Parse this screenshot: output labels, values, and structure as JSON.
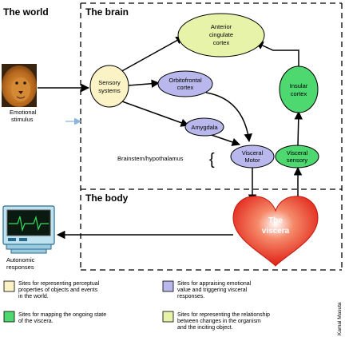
{
  "sections": {
    "world": "The world",
    "brain": "The brain",
    "body": "The body"
  },
  "nodes": {
    "anterior_cingulate": [
      "Anterior",
      "cingulate",
      "cortex"
    ],
    "sensory_systems": [
      "Sensory",
      "systems"
    ],
    "orbitofrontal": [
      "Orbitofrontal",
      "cortex"
    ],
    "amygdala": [
      "Amygdala"
    ],
    "insular": [
      "Insular",
      "cortex"
    ],
    "visceral_motor": [
      "Visceral",
      "Motor"
    ],
    "visceral_sensory": [
      "Visceral",
      "sensory"
    ],
    "viscera": [
      "The",
      "viscera"
    ]
  },
  "labels": {
    "emotional_stimulus": [
      "Emotional",
      "stimulus"
    ],
    "brainstem": "Brainstem/hypothalamus",
    "autonomic": [
      "Autonomic",
      "responses"
    ],
    "credit": "Kamal Masuta"
  },
  "legend": [
    {
      "color": "#fbf3c6",
      "lines": [
        "Sites for representing perceptual",
        "properties of objects and events",
        "in the world."
      ]
    },
    {
      "color": "#b8b8ec",
      "lines": [
        "Sites for appraising emotional",
        "value and triggering visceral",
        "responses."
      ]
    },
    {
      "color": "#4ed870",
      "lines": [
        "Sites for mapping the ongoing state",
        "of the viscera."
      ]
    },
    {
      "color": "#e6f3a8",
      "lines": [
        "Sites for representing the relationship",
        "between changes in the organism",
        "and the inciting object."
      ]
    }
  ],
  "colors": {
    "perceptual": "#fbf3c6",
    "appraisal": "#b8b8ec",
    "mapping": "#4ed870",
    "relationship": "#e6f3a8",
    "heart": "#e8281e"
  },
  "icons": {
    "stimulus": "lion-face-icon",
    "monitor": "monitor-icon"
  }
}
